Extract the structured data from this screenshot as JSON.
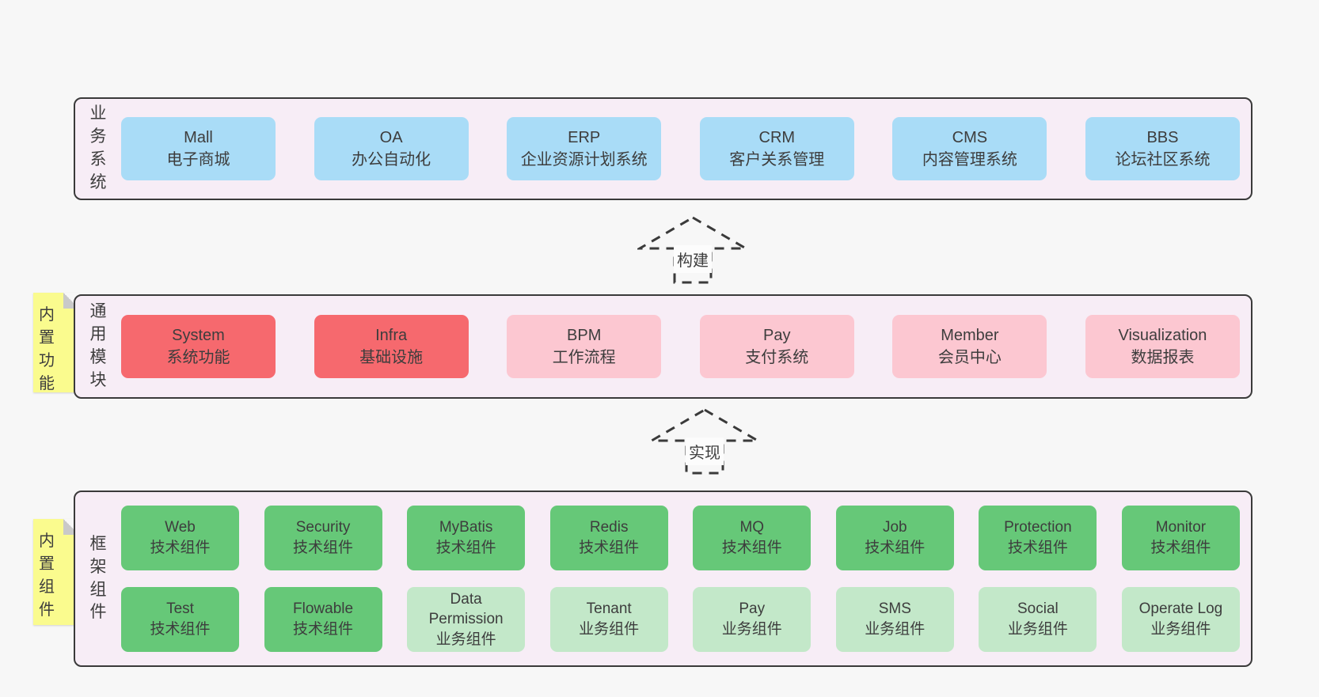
{
  "diagram": {
    "arrows": [
      {
        "label": "构建"
      },
      {
        "label": "实现"
      }
    ],
    "bands": [
      {
        "label": "业务系统",
        "boxes": [
          {
            "name": "Mall",
            "desc": "电子商城"
          },
          {
            "name": "OA",
            "desc": "办公自动化"
          },
          {
            "name": "ERP",
            "desc": "企业资源计划系统"
          },
          {
            "name": "CRM",
            "desc": "客户关系管理"
          },
          {
            "name": "CMS",
            "desc": "内容管理系统"
          },
          {
            "name": "BBS",
            "desc": "论坛社区系统"
          }
        ]
      },
      {
        "label": "通用模块",
        "sticky": "内置功能",
        "boxes": [
          {
            "name": "System",
            "desc": "系统功能"
          },
          {
            "name": "Infra",
            "desc": "基础设施"
          },
          {
            "name": "BPM",
            "desc": "工作流程"
          },
          {
            "name": "Pay",
            "desc": "支付系统"
          },
          {
            "name": "Member",
            "desc": "会员中心"
          },
          {
            "name": "Visualization",
            "desc": "数据报表"
          }
        ]
      },
      {
        "label": "框架组件",
        "sticky": "内置组件",
        "rows": [
          [
            {
              "name": "Web",
              "desc": "技术组件"
            },
            {
              "name": "Security",
              "desc": "技术组件"
            },
            {
              "name": "MyBatis",
              "desc": "技术组件"
            },
            {
              "name": "Redis",
              "desc": "技术组件"
            },
            {
              "name": "MQ",
              "desc": "技术组件"
            },
            {
              "name": "Job",
              "desc": "技术组件"
            },
            {
              "name": "Protection",
              "desc": "技术组件"
            },
            {
              "name": "Monitor",
              "desc": "技术组件"
            }
          ],
          [
            {
              "name": "Test",
              "desc": "技术组件"
            },
            {
              "name": "Flowable",
              "desc": "技术组件"
            },
            {
              "name": "Data Permission",
              "desc": "业务组件"
            },
            {
              "name": "Tenant",
              "desc": "业务组件"
            },
            {
              "name": "Pay",
              "desc": "业务组件"
            },
            {
              "name": "SMS",
              "desc": "业务组件"
            },
            {
              "name": "Social",
              "desc": "业务组件"
            },
            {
              "name": "Operate Log",
              "desc": "业务组件"
            }
          ]
        ]
      }
    ],
    "colors": {
      "page_bg": "#f7f7f7",
      "band_bg": "#f7edf6",
      "border": "#3a3a3a",
      "blue_box": "#a9dcf7",
      "red_box": "#f6696e",
      "pink_box": "#fcc7d1",
      "green_box": "#66c878",
      "green_light_box": "#c3e8c9",
      "sticky_bg": "#fafb8e"
    }
  }
}
